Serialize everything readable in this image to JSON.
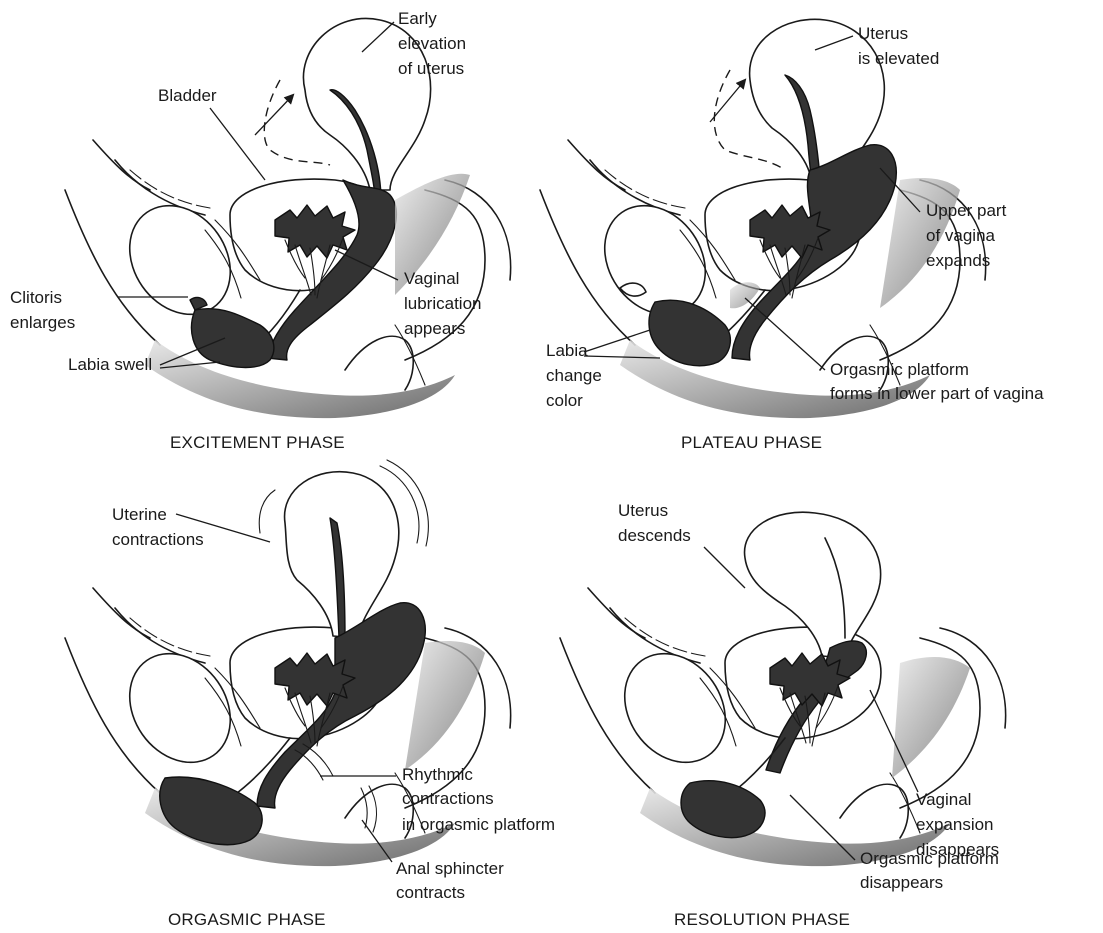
{
  "panels": [
    {
      "phase": "EXCITEMENT PHASE",
      "labels": {
        "early_elevation": [
          "Early",
          "elevation",
          "of uterus"
        ],
        "bladder": "Bladder",
        "clitoris": [
          "Clitoris",
          "enlarges"
        ],
        "lubrication": [
          "Vaginal",
          "lubrication",
          "appears"
        ],
        "labia": "Labia swell"
      }
    },
    {
      "phase": "PLATEAU PHASE",
      "labels": {
        "uterus": [
          "Uterus",
          "is elevated"
        ],
        "upper_vagina": [
          "Upper part",
          "of vagina",
          "expands"
        ],
        "labia": [
          "Labia",
          "change",
          "color"
        ],
        "platform": [
          "Orgasmic platform",
          "forms in lower part of vagina"
        ]
      }
    },
    {
      "phase": "ORGASMIC PHASE",
      "labels": {
        "uterine": [
          "Uterine",
          "contractions"
        ],
        "rhythmic": [
          "Rhythmic",
          "contractions",
          "in orgasmic platform"
        ],
        "anal": [
          "Anal sphincter",
          "contracts"
        ]
      }
    },
    {
      "phase": "RESOLUTION PHASE",
      "labels": {
        "uterus": [
          "Uterus",
          "descends"
        ],
        "expansion": [
          "Vaginal",
          "expansion",
          "disappears"
        ],
        "platform": [
          "Orgasmic platform",
          "disappears"
        ]
      }
    }
  ],
  "colors": {
    "ink": "#1a1a1a",
    "dark_fill": "#333333",
    "shade": "#9a9a9a"
  }
}
